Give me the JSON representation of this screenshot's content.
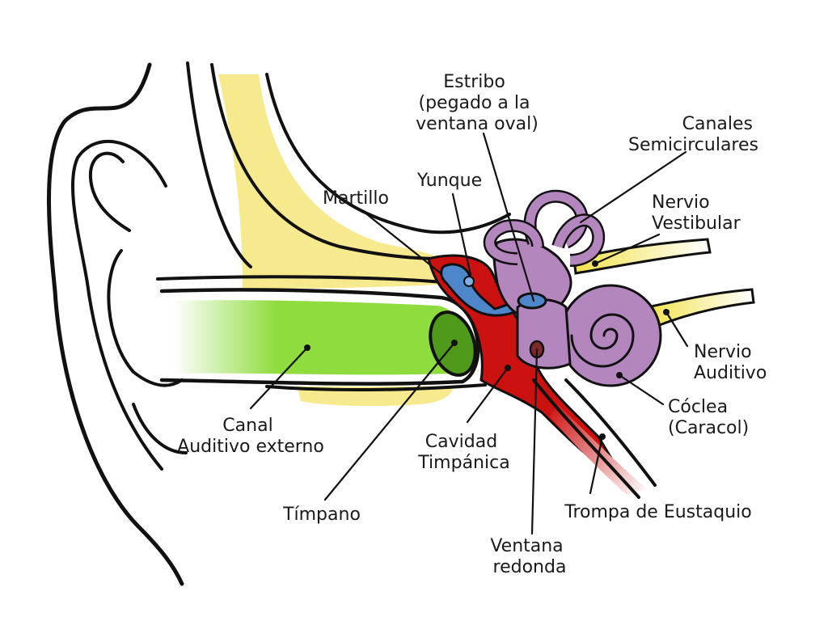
{
  "labels": {
    "estribo": {
      "line1": "Estribo",
      "line2": "(pegado a la",
      "line3": "ventana oval)"
    },
    "canales": {
      "line1": "Canales",
      "line2": "Semicirculares"
    },
    "yunque": "Yunque",
    "martillo": "Martillo",
    "nervio_vestibular": {
      "line1": "Nervio",
      "line2": "Vestibular"
    },
    "nervio_auditivo": {
      "line1": "Nervio",
      "line2": "Auditivo"
    },
    "coclea": {
      "line1": "Cóclea",
      "line2": "(Caracol)"
    },
    "canal": {
      "line1": "Canal",
      "line2": "Auditivo externo"
    },
    "cavidad": {
      "line1": "Cavidad",
      "line2": "Timpánica"
    },
    "timpano": "Tímpano",
    "trompa": "Trompa de Eustaquio",
    "ventana": {
      "line1": "Ventana",
      "line2": "redonda"
    }
  },
  "colors": {
    "bone": "#f7ea8e",
    "canal": "#8fdc3f",
    "eardrum": "#4f9a1a",
    "tympanic_cavity": "#cc1111",
    "ossicles": "#4d86c9",
    "inner_ear": "#b386be",
    "nerve": "#f2e24c",
    "outline": "#111111"
  }
}
